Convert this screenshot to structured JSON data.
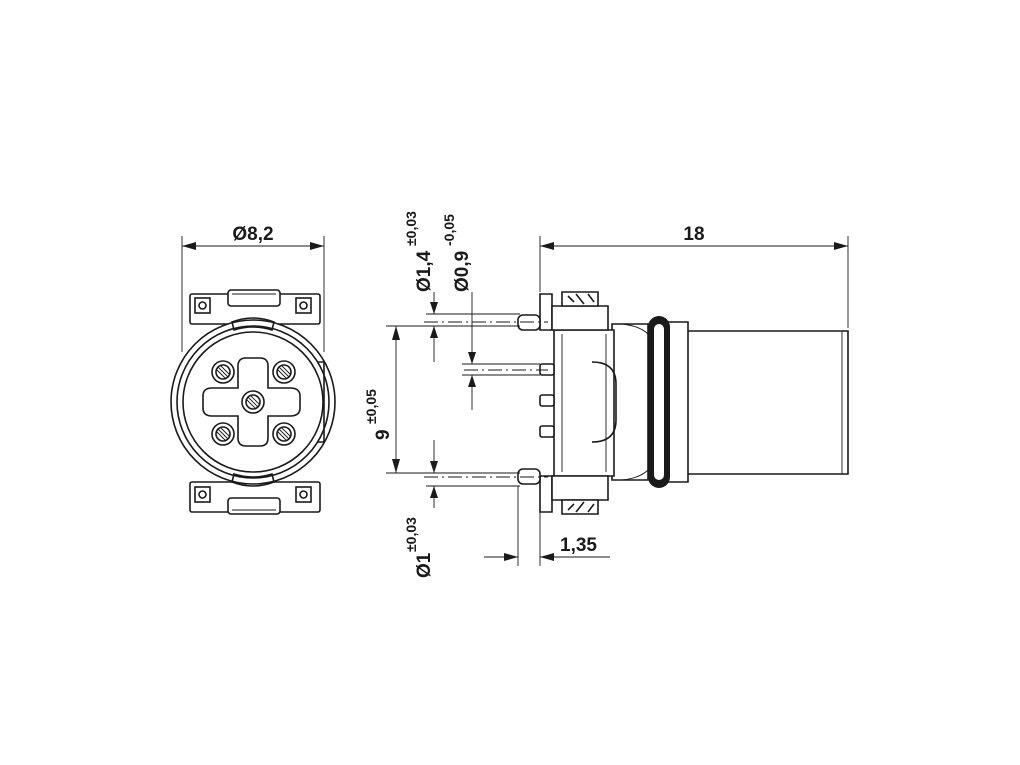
{
  "dimensions": {
    "front_diameter": "Ø8,2",
    "length": "18",
    "pin_diameter_a": {
      "base": "Ø1,4",
      "tol": "±0,03"
    },
    "pin_diameter_b": {
      "base": "Ø0,9",
      "tol": "-0,05"
    },
    "pin_spacing": {
      "base": "9",
      "tol": "±0,05"
    },
    "pin_diameter_c": {
      "base": "Ø1",
      "tol": "±0,03"
    },
    "offset": "1,35"
  },
  "colors": {
    "line": "#1a1a1a",
    "background": "#ffffff",
    "oring": "#1a1a1a"
  }
}
